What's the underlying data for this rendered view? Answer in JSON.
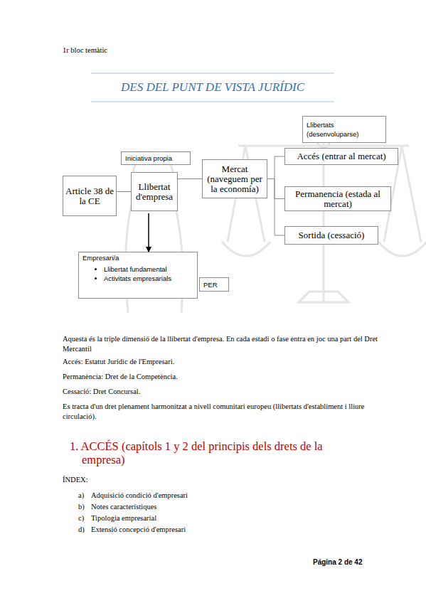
{
  "diagram": {
    "title": "DES DEL PUNT DE VISTA JURÍDIC",
    "nodes": [
      {
        "text": [
          "Llibertats (desenvoluparse)"
        ]
      },
      {
        "text": [
          "Iniciativa propia"
        ]
      },
      {
        "text": [
          "Article 38 de la CE"
        ]
      },
      {
        "text": [
          "Llibertat d'empresa"
        ]
      },
      {
        "text": [
          "Mercat (naveguem per la economía)"
        ]
      },
      {
        "text": [
          "Accés (entrar al mercat)"
        ]
      },
      {
        "text": [
          "Permanencia (estada al mercat)"
        ]
      },
      {
        "text": [
          "Sortida (cessació)"
        ]
      },
      {
        "text": [
          "Empresari/a",
          "Llibertat fundamental",
          "Activitats empresarials"
        ]
      },
      {
        "text": [
          "PER"
        ]
      }
    ],
    "edges": [
      {
        "from": 2,
        "to": 3,
        "arrow": "none"
      },
      {
        "from": 3,
        "to": 4,
        "arrow": "none"
      },
      {
        "from": 4,
        "to": 5,
        "arrow": "none"
      },
      {
        "from": 4,
        "to": 6,
        "arrow": "none"
      },
      {
        "from": 4,
        "to": 7,
        "arrow": "none"
      },
      {
        "from": 3,
        "to": 8,
        "arrow": "to"
      }
    ],
    "labels": [
      "1r bloc temàtic",
      "Aquesta és la triple dimensió de la llibertat d'empresa. En cada estadi o fase entra en joc una part del Dret Mercantil",
      "Accés: Estatut Jurídic de l'Empresari.",
      "Permanència: Dret de la Competència.",
      "Cessació: Dret Concursal.",
      "Es tracta d'un dret plenament harmonitzat a nivell comunitari europeu (llibertats d'establiment i lliure circulació).",
      "1. ACCÉS (capítols 1 y 2 del principis dels drets de la empresa)",
      "ÍNDEX:",
      "a)",
      "Adquisició condició d'empresari",
      "b)",
      "Notes característiques",
      "c)",
      "Tipologia empresarial",
      "d)",
      "Extensió concepció d'empresari",
      "Página 2 de 42"
    ]
  }
}
